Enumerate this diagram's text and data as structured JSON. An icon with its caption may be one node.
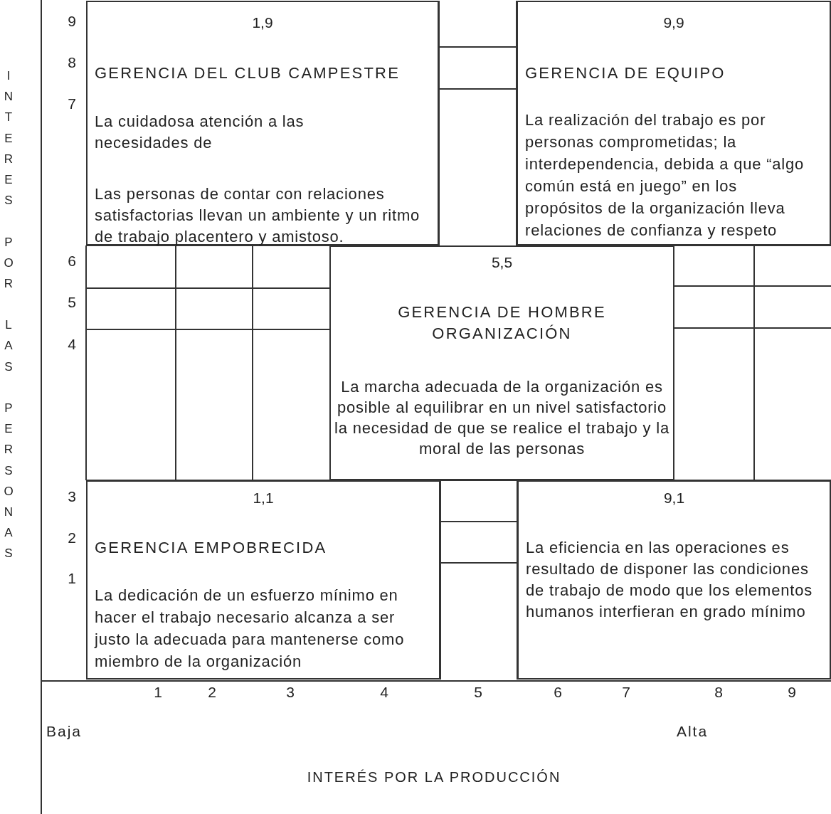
{
  "diagram": {
    "nodes": [
      {
        "text": [
          "1,9",
          "GERENCIA DEL CLUB CAMPESTRE",
          "La cuidadosa atención a las necesidades de",
          "Las personas de contar con relaciones satisfactorias llevan un ambiente y un ritmo de trabajo placentero y amistoso."
        ]
      },
      {
        "text": [
          "9,9",
          "GERENCIA DE EQUIPO",
          "La realización del trabajo es por personas comprometidas; la interdependencia, debida a que “algo común está en juego” en los propósitos de la organización lleva relaciones de confianza y respeto"
        ]
      },
      {
        "text": [
          "5,5",
          "GERENCIA DE HOMBRE ORGANIZACIÓN",
          "La marcha adecuada de la organización es posible al equilibrar en un nivel satisfactorio la necesidad de que se realice el trabajo y la moral de las personas"
        ]
      },
      {
        "text": [
          "1,1",
          "GERENCIA EMPOBRECIDA",
          "La dedicación de un esfuerzo mínimo en hacer el trabajo necesario alcanza a ser justo la adecuada para mantenerse como miembro de la organización"
        ]
      },
      {
        "text": [
          "9,1",
          "La eficiencia en las operaciones es resultado de disponer las condiciones de trabajo de modo que los elementos humanos interfieran en grado mínimo"
        ]
      }
    ],
    "edges": [],
    "labels": [
      "INTERES POR LAS PERSONAS",
      "9",
      "8",
      "7",
      "6",
      "5",
      "4",
      "3",
      "2",
      "1",
      "1",
      "2",
      "3",
      "4",
      "5",
      "6",
      "7",
      "8",
      "9",
      "Baja",
      "Alta",
      "INTERÉS POR LA PRODUCCIÓN"
    ]
  }
}
